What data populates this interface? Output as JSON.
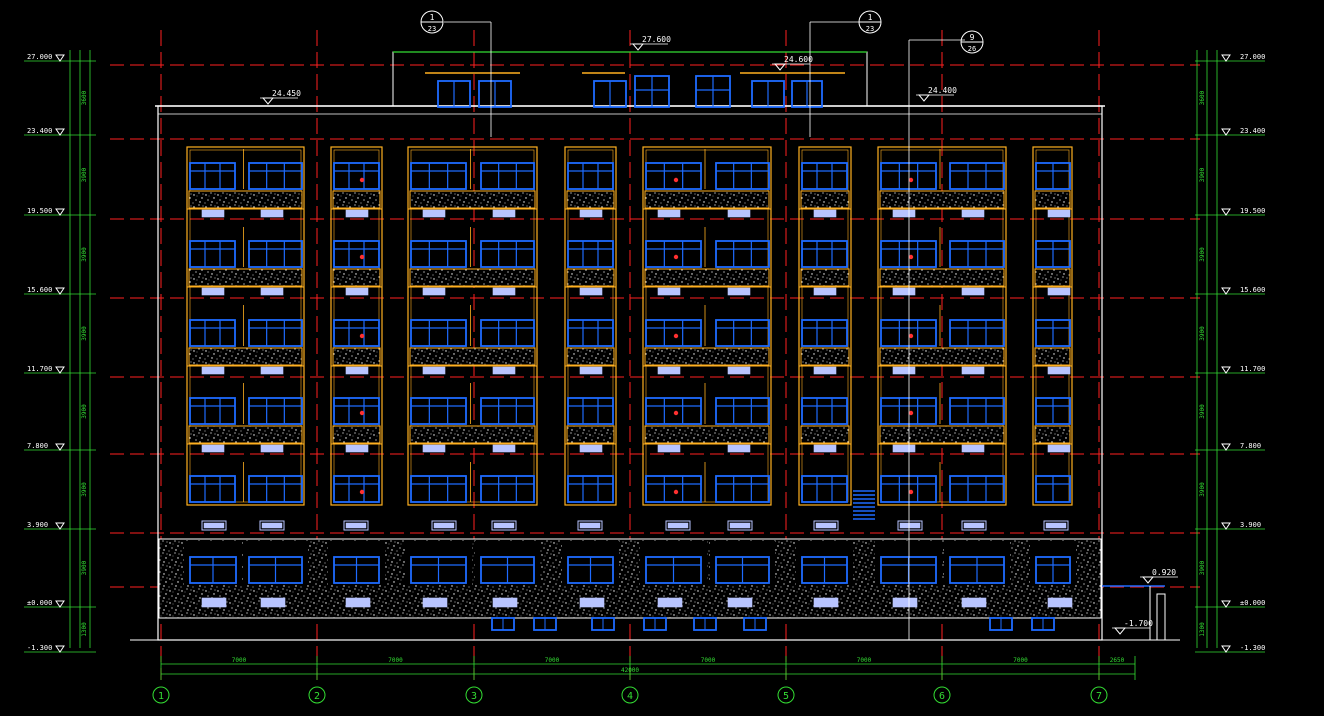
{
  "colors": {
    "background": "#000000",
    "outline": "#ffffff",
    "grid": "#ff2020",
    "dimension": "#33dd33",
    "frame": "#ffb020",
    "window": "#1e6bff",
    "vent": "#b8c4ff",
    "label": "#ffffff"
  },
  "elevations": {
    "left": [
      "27.000",
      "23.400",
      "19.500",
      "15.600",
      "11.700",
      "7.800",
      "3.900",
      "±0.000",
      "-1.300"
    ],
    "right": [
      "27.000",
      "23.400",
      "19.500",
      "15.600",
      "11.700",
      "7.800",
      "3.900",
      "±0.000",
      "-1.300"
    ]
  },
  "floor_dims": [
    "3600",
    "3900",
    "3900",
    "3900",
    "3900",
    "3900",
    "3900",
    "1300"
  ],
  "axis_labels": [
    "1",
    "2",
    "3",
    "4",
    "5",
    "6",
    "7"
  ],
  "bay_dims": [
    "7000",
    "7000",
    "7000",
    "7000",
    "7000",
    "7000",
    "2650"
  ],
  "total_dim": "42000",
  "annotations": {
    "roof_top": "27.600",
    "stair_top": "24.600",
    "parapet_left": "24.450",
    "parapet_right": "24.400",
    "outdoor_right": "0.920",
    "pit_bottom": "-1.700"
  },
  "callouts": [
    {
      "num": "1",
      "ref": "23"
    },
    {
      "num": "1",
      "ref": "23"
    },
    {
      "num": "9",
      "ref": "26"
    }
  ]
}
